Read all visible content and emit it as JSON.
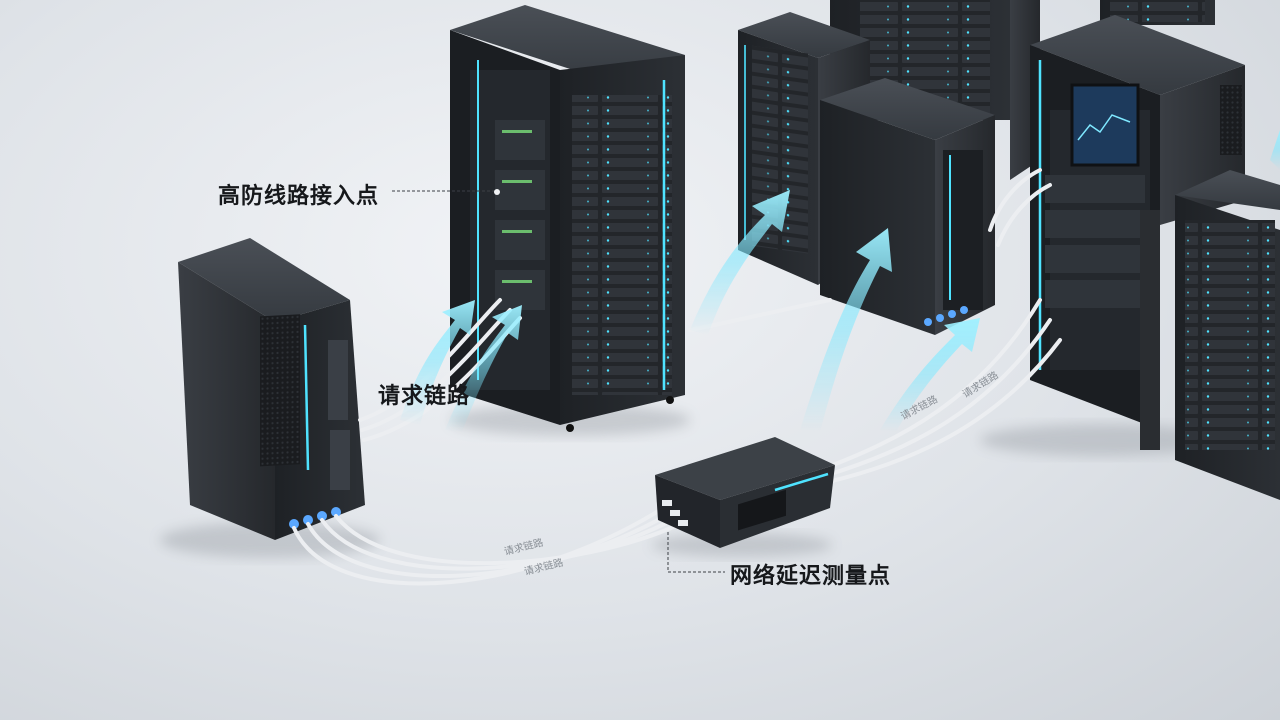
{
  "labels": {
    "access_point": "高防线路接入点",
    "request_link": "请求链路",
    "latency_point": "网络延迟测量点"
  },
  "cable_marks": {
    "mark_a": "请求链路",
    "mark_b": "请求链路",
    "mark_c": "请求链路",
    "mark_d": "请求链路"
  },
  "colors": {
    "background": "#dfe3e8",
    "rack_body": "#2a2d31",
    "rack_dark": "#16181b",
    "accent_cyan": "#4fe3ff",
    "arrow_cyan": "#7fe8ff",
    "cable": "#e9ecef"
  },
  "icons": [
    "server-rack-icon",
    "network-switch-icon",
    "data-flow-arrow-icon"
  ]
}
